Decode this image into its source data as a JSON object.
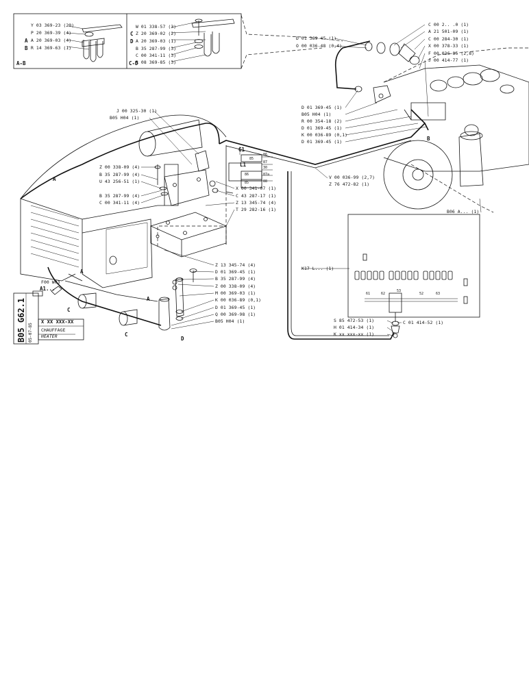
{
  "inset_ab": {
    "labels": [
      "Y 03 369-23 (20)",
      "P 20 369-39 (4)",
      "A 20 369-03 (4)",
      "R 14 369-63 (1)"
    ],
    "letters": [
      "A",
      "B"
    ],
    "caption": "A-B"
  },
  "inset_cd": {
    "labels": [
      "W 01 338-57 (3)",
      "Z 20 369-02 (2)",
      "A 20 369-03 (1)",
      "B 35 287-99 (3)",
      "C 00 341-11 (3)",
      "R 08 369-85 (3)"
    ],
    "letters": [
      "C",
      "D"
    ],
    "caption": "C-D"
  },
  "top_right_labels": [
    "C 00 2.. .0 (1)",
    "A 21 501-09 (1)",
    "C 00 284-30 (1)",
    "X 00 378-33 (1)",
    "F 00 036-85 (2,8)",
    "J 00 414-77 (1)"
  ],
  "top_mid_labels": [
    "D 01 369-45 (1)",
    "O 00 036-48 (0,4)"
  ],
  "mid_right_labels": [
    "D 01 369-45 (1)",
    "B05 H04 (1)",
    "R 00 354-18 (2)",
    "D 01 369-45 (1)",
    "K 00 036-89 (0,1)",
    "D 01 369-45 (1)"
  ],
  "engine_labels": [
    "J 00 325-30 (1)",
    "B05 H04 (1)"
  ],
  "left_mid_labels": [
    "Z 00 338-09 (4)",
    "B 35 287-99 (4)",
    "U 43 256-51 (1)"
  ],
  "left_lower_labels": [
    "B 35 287-99 (4)",
    "C 00 341-11 (4)"
  ],
  "center_labels": [
    "X 00 341-07 (1)",
    "C 43 287-17 (1)",
    "Z 13 345-74 (4)",
    "T 29 282-16 (1)"
  ],
  "hose_labels": [
    "V 00 036-99 (2,7)",
    "Z 76 472-82 (1)"
  ],
  "bottom_mid_labels": [
    "Z 13 345-74 (4)",
    "D 01 369-45 (1)",
    "B 35 287-99 (4)",
    "Z 00 338-09 (4)",
    "M 00 369-03 (1)",
    "K 00 036-89 (0,1)",
    "D 01 369-45 (1)",
    "Q 00 369-98 (1)",
    "B05 H04 (1)"
  ],
  "panel_labels": {
    "b06": "B06 A... (1)",
    "k17": "K17 L... (1)",
    "n61": "61",
    "n62": "62",
    "n53": "53",
    "n52": "52",
    "n63": "63",
    "bottom": [
      "S 85 472-53 (1)",
      "H 01 414-34 (1)",
      "K xx xxx-xx (1)"
    ],
    "c01": "C 01 414-52 (1)"
  },
  "relay": {
    "g1": "G1",
    "l1": "L1",
    "pins": [
      "85",
      "86",
      "87",
      "30",
      "86",
      "87a",
      "88",
      "85"
    ]
  },
  "marker_a1": {
    "ref": "F00 W03",
    "label": "A1..."
  },
  "callout_letters": [
    "A",
    "A",
    "B",
    "C",
    "C",
    "A",
    "D"
  ],
  "title_block": {
    "code": "B05 G62.1",
    "date": "05-07-85",
    "part_no": "X XX XXX-XX",
    "title": "CHAUFFAGE",
    "subtitle": "HEATER"
  }
}
